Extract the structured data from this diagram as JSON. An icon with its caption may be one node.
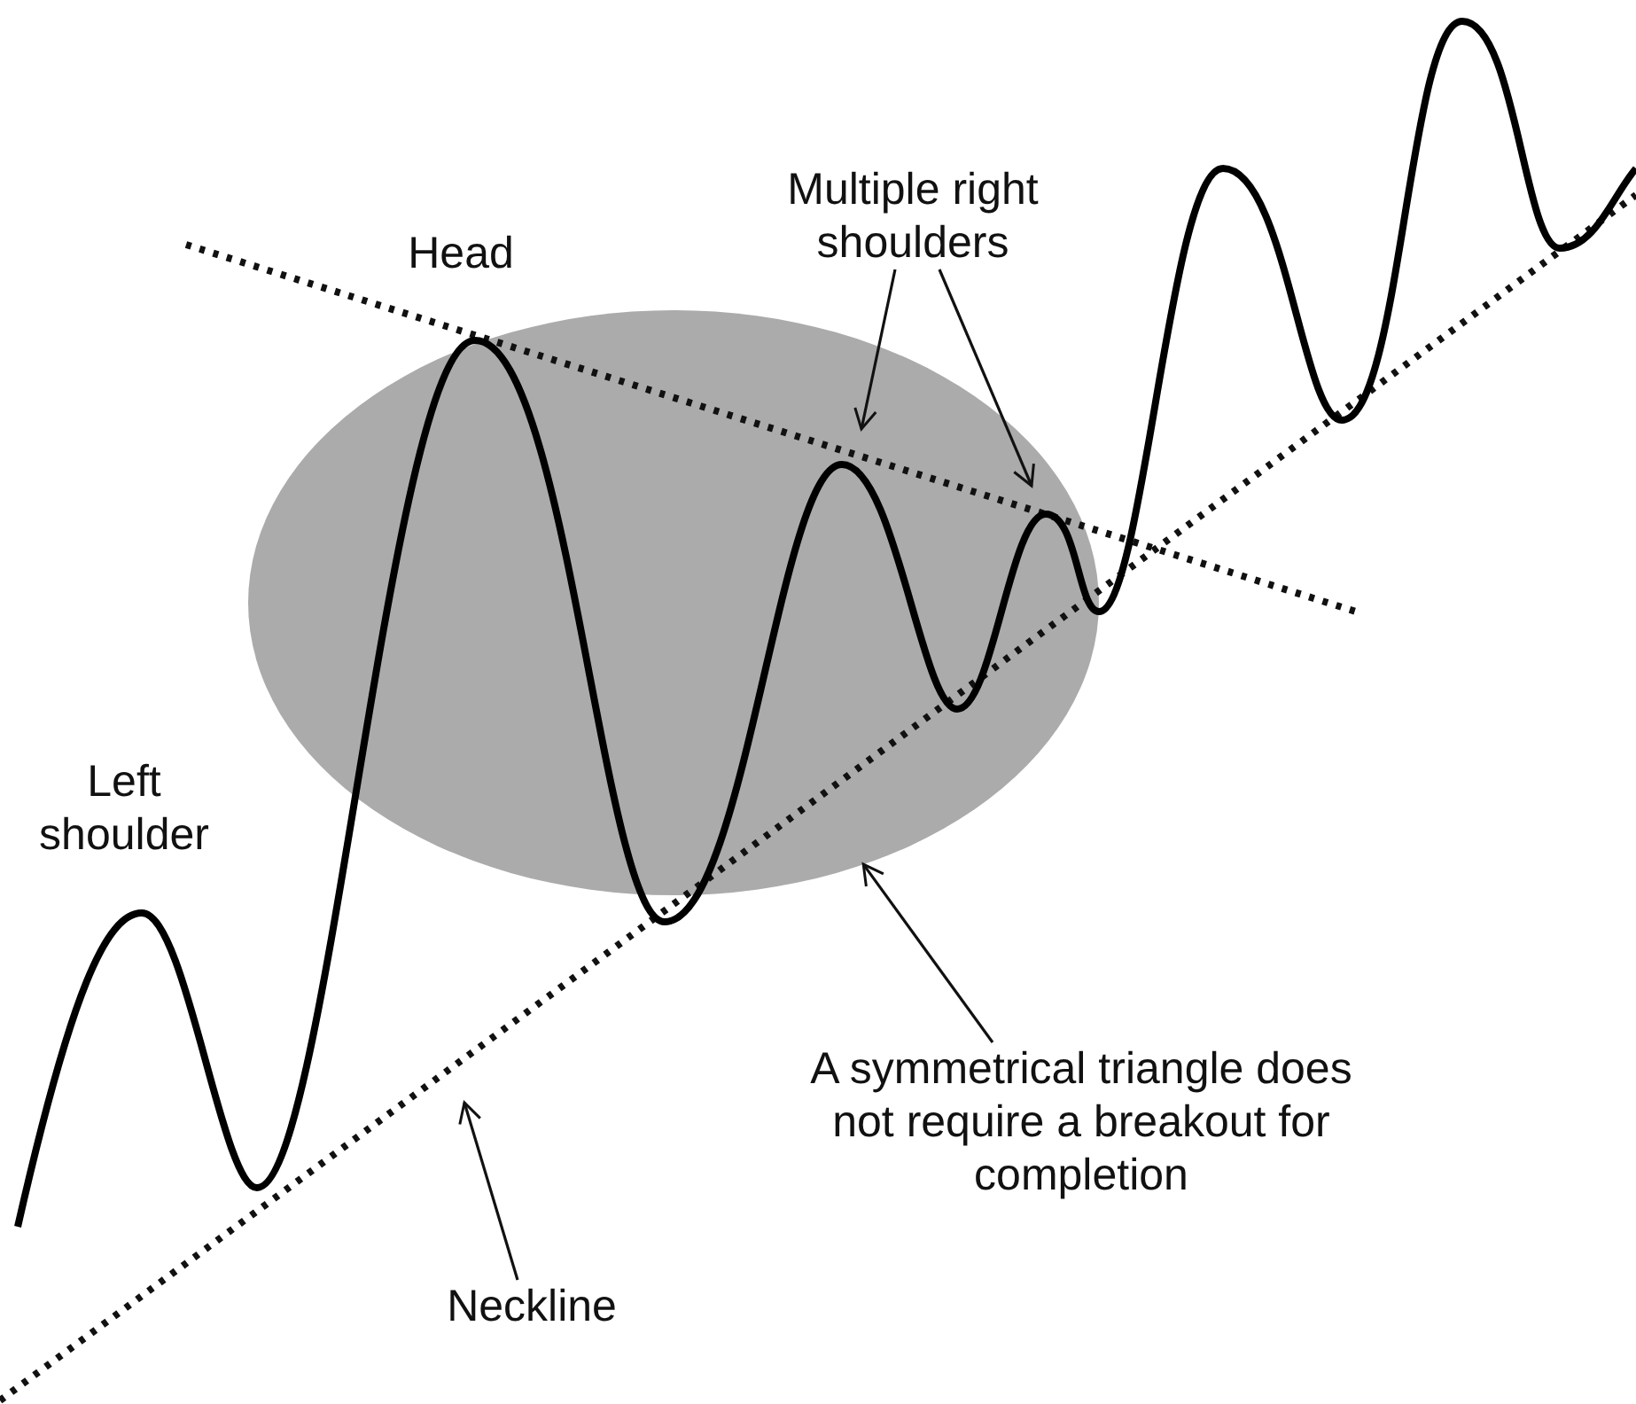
{
  "diagram": {
    "nodes": [
      {
        "text": [],
        "shape": "circle"
      },
      {
        "text": [
          "Multiple right shoulders"
        ]
      },
      {
        "text": [
          "A symmetrical triangle does not require a breakout for completion"
        ]
      },
      {
        "text": [
          "Neckline"
        ]
      }
    ],
    "edges": [
      {
        "from": 1,
        "to": 0,
        "arrow": "to"
      },
      {
        "from": 1,
        "to": 0,
        "arrow": "to"
      },
      {
        "from": 2,
        "to": 0,
        "arrow": "to"
      },
      {
        "from": 3,
        "to": null,
        "arrow": "to"
      }
    ],
    "labels": [
      "Head",
      "Left shoulder"
    ]
  }
}
